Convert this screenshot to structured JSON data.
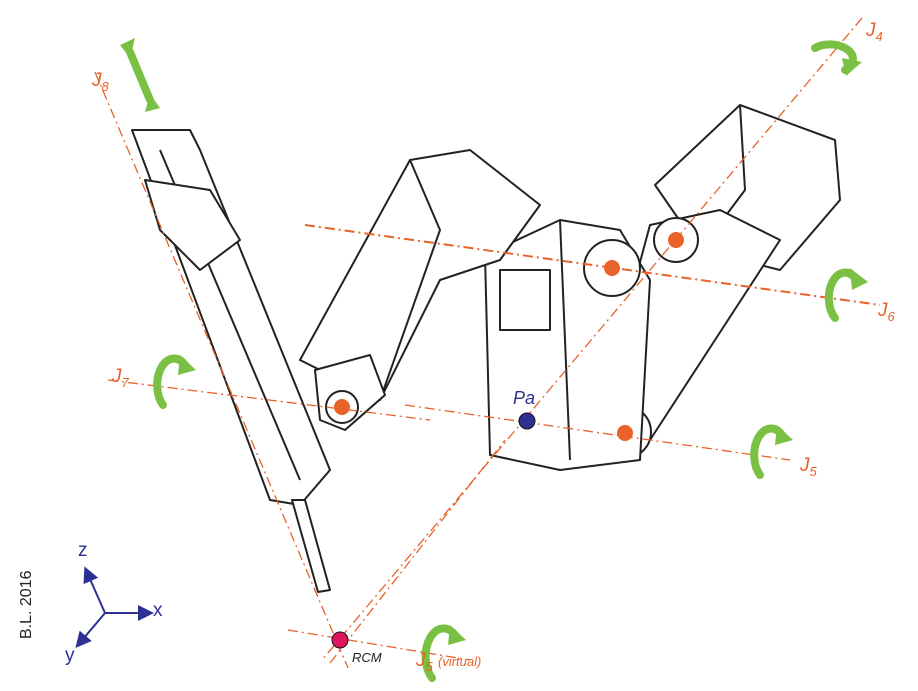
{
  "joints": {
    "j4": {
      "name": "J",
      "sub": "4"
    },
    "j5": {
      "name": "J",
      "sub": "5"
    },
    "j6": {
      "name": "J",
      "sub": "6"
    },
    "j7": {
      "name": "J",
      "sub": "7"
    },
    "j8": {
      "name": "J",
      "sub": "8"
    },
    "j5v": {
      "name": "J",
      "sub": "5",
      "suffix": "(virtual)"
    }
  },
  "points": {
    "pa": "Pa",
    "rcm": "RCM"
  },
  "axes": {
    "x": "x",
    "y": "y",
    "z": "z"
  },
  "credit": "B.L. 2016",
  "colors": {
    "axis_line": "#e8622a",
    "arrow": "#7ac143",
    "frame": "#2e3192",
    "rcm": "#e0155f",
    "pa": "#2e3192"
  }
}
